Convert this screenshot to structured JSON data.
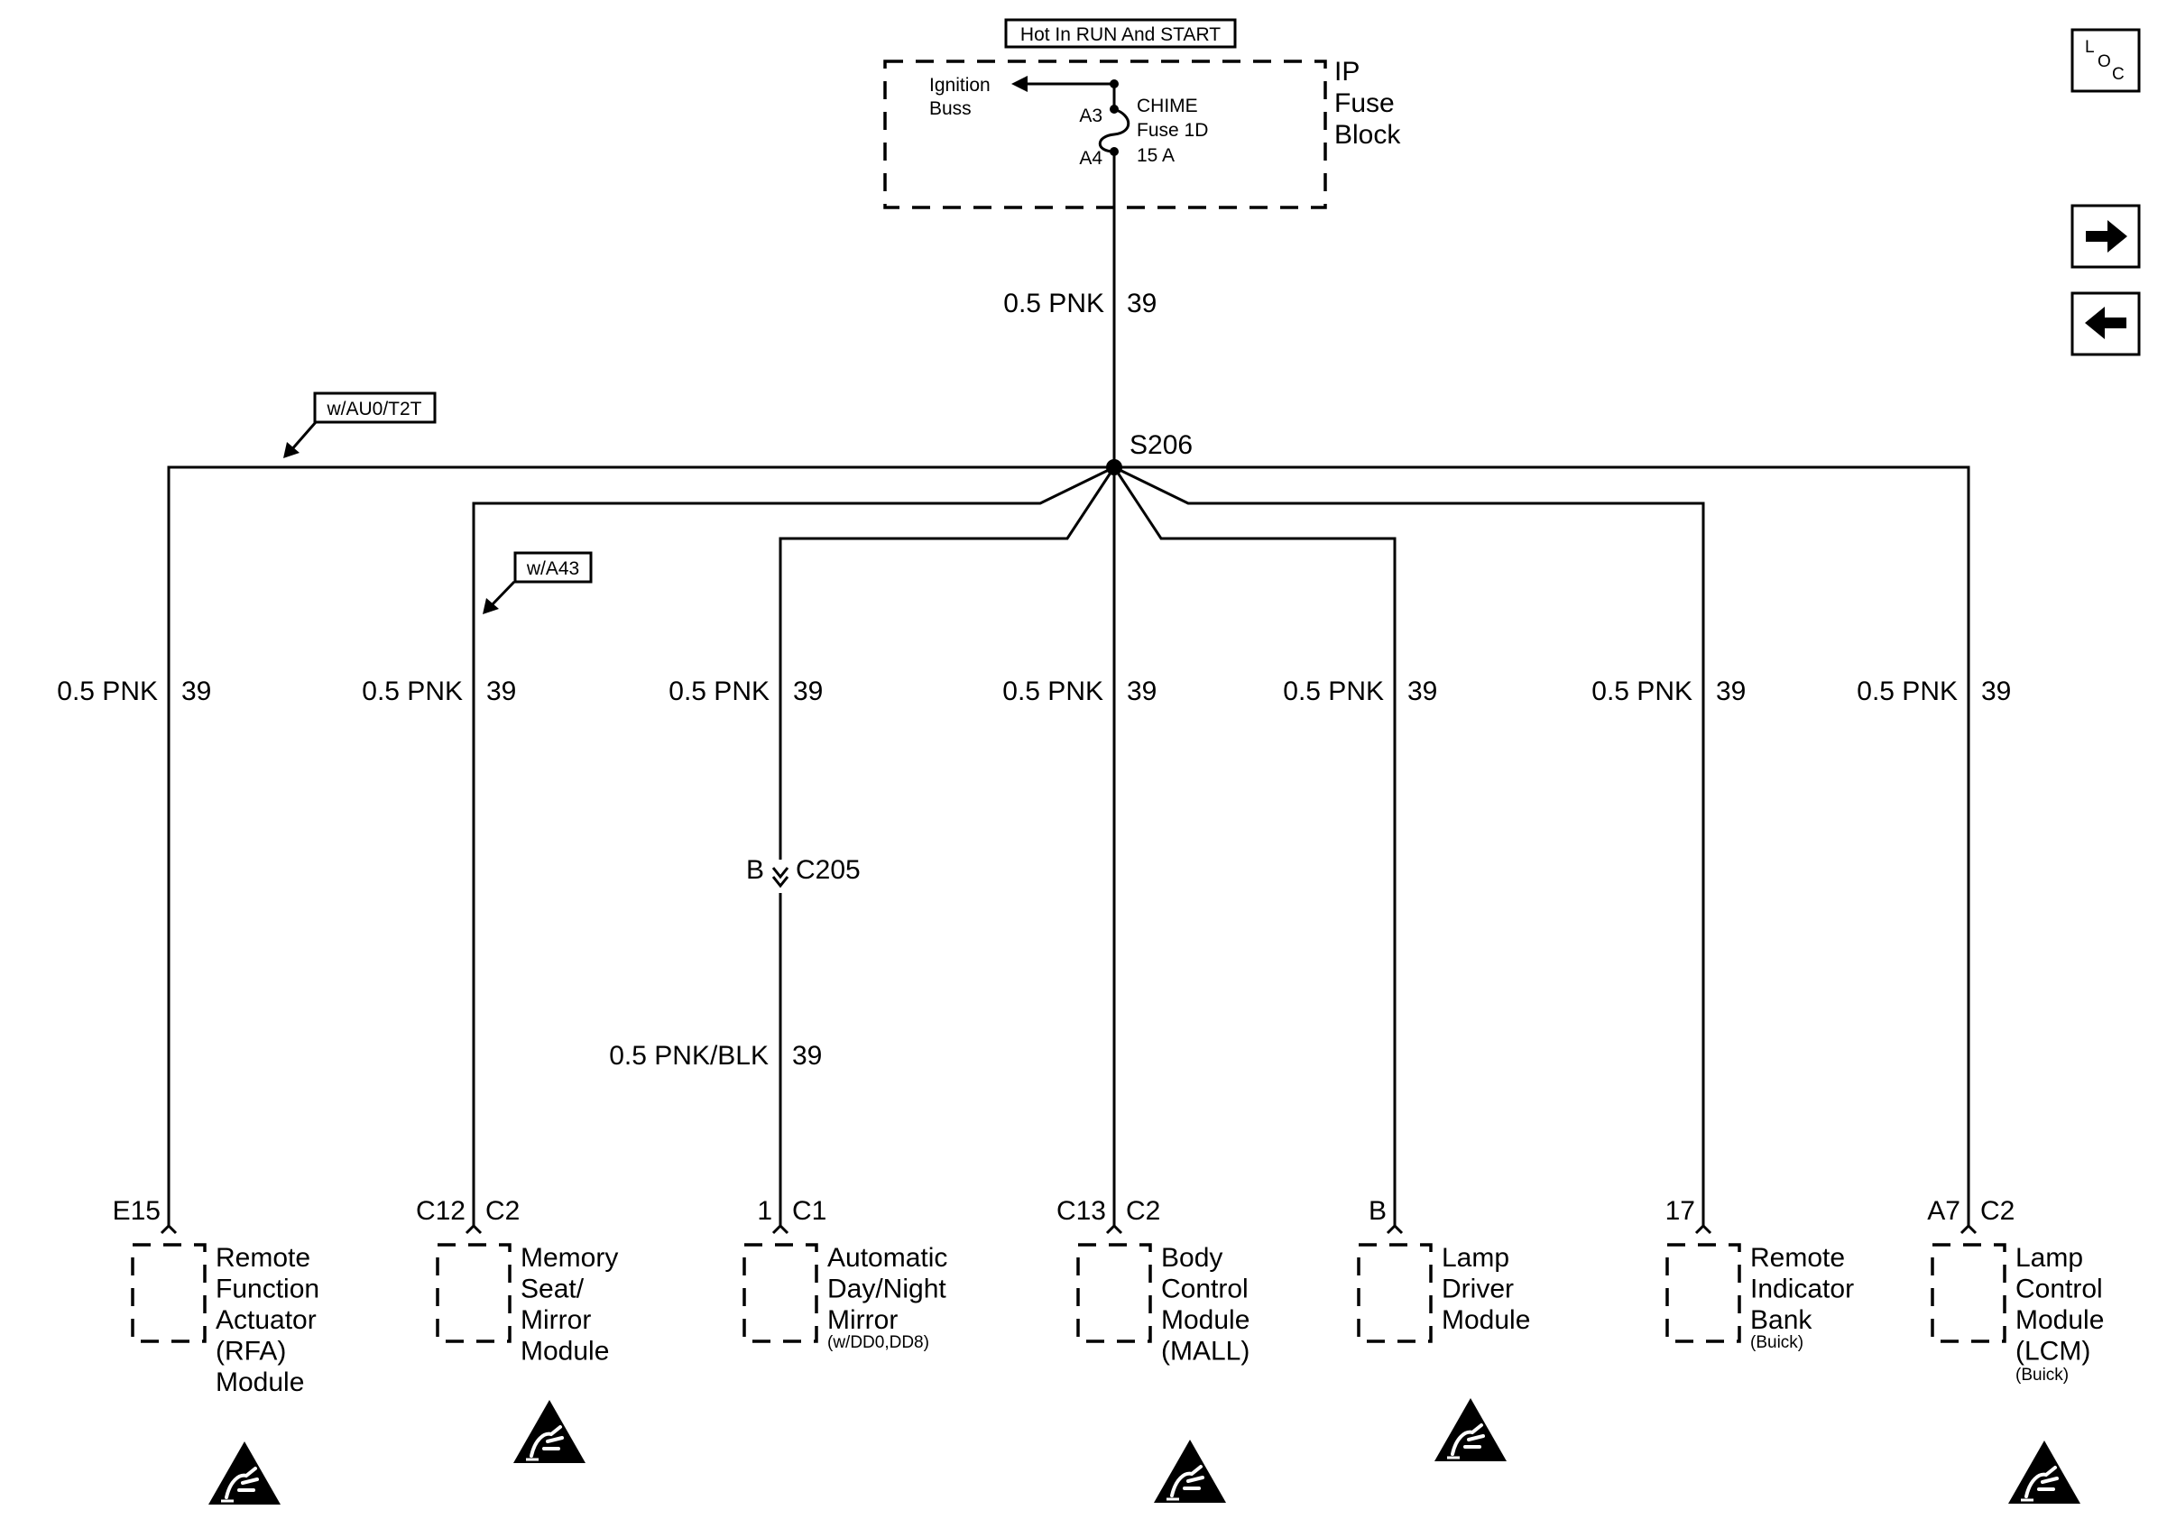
{
  "fuse_block": {
    "hot_label": "Hot In RUN And START",
    "title_lines": [
      "IP",
      "Fuse",
      "Block"
    ],
    "ignition_lines": [
      "Ignition",
      "Buss"
    ],
    "fuse_lines": [
      "CHIME",
      "Fuse 1D",
      "15 A"
    ],
    "pin_top": "A3",
    "pin_bottom": "A4"
  },
  "feed_wire": {
    "color": "0.5 PNK",
    "circuit": "39"
  },
  "splice": "S206",
  "option_notes": {
    "au0": "w/AU0/T2T",
    "a43": "w/A43"
  },
  "inline_connector": {
    "pin": "B",
    "name": "C205"
  },
  "mirror_wire": {
    "color": "0.5 PNK/BLK",
    "circuit": "39"
  },
  "branches": [
    {
      "wire": "0.5 PNK",
      "circuit": "39",
      "pin": "E15",
      "connector": "",
      "name_lines": [
        "Remote",
        "Function",
        "Actuator",
        "(RFA)",
        "Module"
      ],
      "note": "",
      "esd": true
    },
    {
      "wire": "0.5 PNK",
      "circuit": "39",
      "pin": "C12",
      "connector": "C2",
      "name_lines": [
        "Memory",
        "Seat/",
        "Mirror",
        "Module"
      ],
      "note": "",
      "esd": true
    },
    {
      "wire": "0.5 PNK",
      "circuit": "39",
      "pin": "1",
      "connector": "C1",
      "name_lines": [
        "Automatic",
        "Day/Night",
        "Mirror"
      ],
      "note": "(w/DD0,DD8)",
      "esd": false
    },
    {
      "wire": "0.5 PNK",
      "circuit": "39",
      "pin": "C13",
      "connector": "C2",
      "name_lines": [
        "Body",
        "Control",
        "Module",
        "(MALL)"
      ],
      "note": "",
      "esd": true
    },
    {
      "wire": "0.5 PNK",
      "circuit": "39",
      "pin": "B",
      "connector": "",
      "name_lines": [
        "Lamp",
        "Driver",
        "Module"
      ],
      "note": "",
      "esd": true
    },
    {
      "wire": "0.5 PNK",
      "circuit": "39",
      "pin": "17",
      "connector": "",
      "name_lines": [
        "Remote",
        "Indicator",
        "Bank"
      ],
      "note": "(Buick)",
      "esd": false
    },
    {
      "wire": "0.5 PNK",
      "circuit": "39",
      "pin": "A7",
      "connector": "C2",
      "name_lines": [
        "Lamp",
        "Control",
        "Module",
        "(LCM)"
      ],
      "note": "(Buick)",
      "esd": true
    }
  ],
  "nav": {
    "loc_letters": [
      "L",
      "O",
      "C"
    ],
    "next_icon": "arrow-right-icon",
    "prev_icon": "arrow-left-icon"
  }
}
